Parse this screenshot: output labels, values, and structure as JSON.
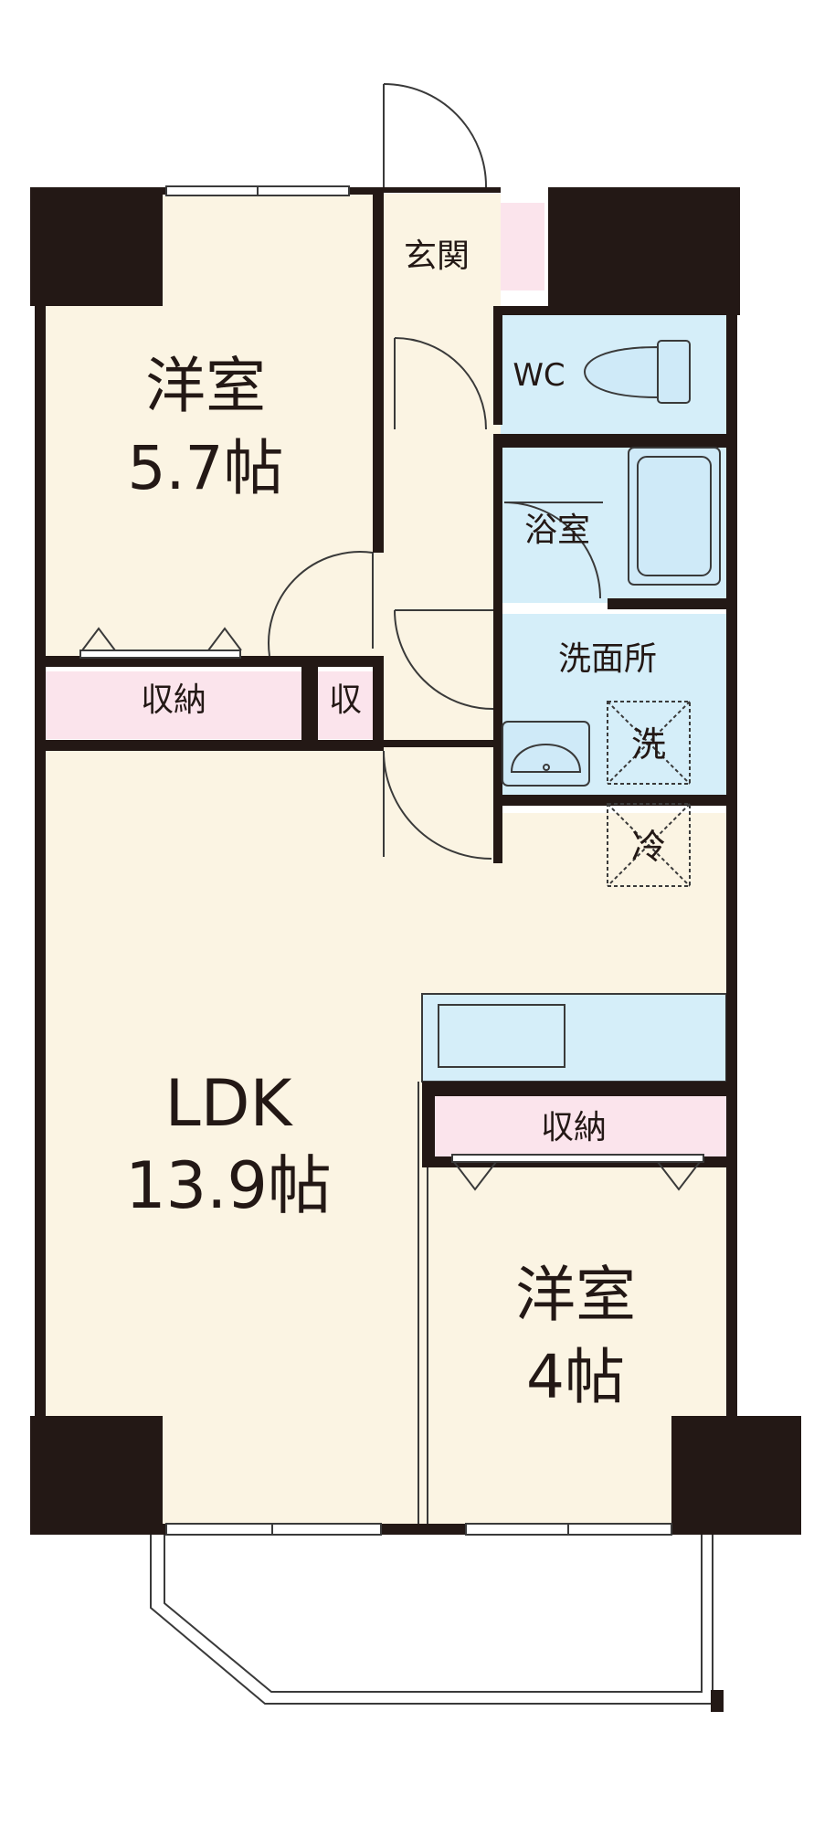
{
  "floorplan": {
    "rooms": {
      "western_a": {
        "name": "洋室",
        "size": "5.7帖"
      },
      "ldk": {
        "name": "LDK",
        "size": "13.9帖"
      },
      "western_b": {
        "name": "洋室",
        "size": "4帖"
      },
      "entrance": "玄関",
      "wc": "WC",
      "bath": "浴室",
      "washroom": "洗面所",
      "closet_a": "収納",
      "closet_small": "収",
      "closet_b": "収納"
    },
    "fixtures": {
      "washer": "洗",
      "fridge": "冷"
    },
    "colors": {
      "wall": "#231815",
      "room_floor": "#fbf4e3",
      "closet": "#fbe4ec",
      "wet_area": "#d5eef9",
      "wet_fixture": "#cfeaf8",
      "line": "#3a3a3a"
    }
  }
}
